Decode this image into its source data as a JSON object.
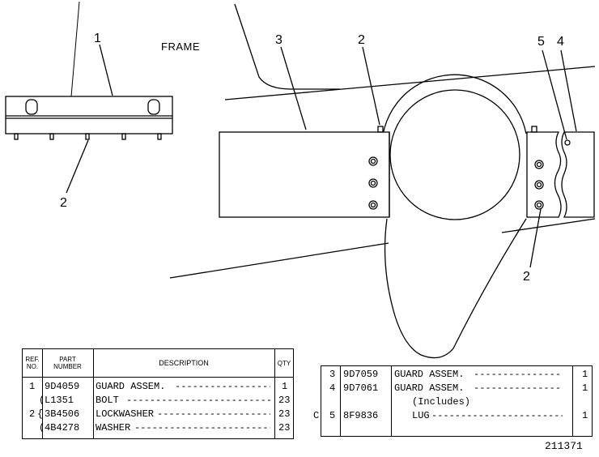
{
  "drawing": {
    "frame_label": "FRAME",
    "callouts": [
      {
        "id": "c1",
        "text": "1"
      },
      {
        "id": "c2a",
        "text": "2"
      },
      {
        "id": "c3",
        "text": "3"
      },
      {
        "id": "c2b",
        "text": "2"
      },
      {
        "id": "c5",
        "text": "5"
      },
      {
        "id": "c4",
        "text": "4"
      },
      {
        "id": "c2c",
        "text": "2"
      }
    ],
    "document_number": "211371"
  },
  "parts_table_left": {
    "headers": {
      "ref_no": "REF.\nNO.",
      "part_number": "PART\nNUMBER",
      "description": "DESCRIPTION",
      "qty": "QTY"
    },
    "rows": [
      {
        "ref": "1",
        "bracket": "",
        "part": "9D4059",
        "desc": "GUARD ASSEM.",
        "qty": "1"
      },
      {
        "ref": "",
        "bracket": "(",
        "part": "L1351",
        "desc": "BOLT",
        "qty": "23"
      },
      {
        "ref": "2",
        "bracket": "{",
        "part": "3B4506",
        "desc": "LOCKWASHER",
        "qty": "23"
      },
      {
        "ref": "",
        "bracket": "(",
        "part": "4B4278",
        "desc": "WASHER",
        "qty": "23"
      }
    ]
  },
  "parts_table_right": {
    "rows": [
      {
        "mark": "",
        "ref": "3",
        "part": "9D7059",
        "desc": "GUARD ASSEM.",
        "qty": "1"
      },
      {
        "mark": "",
        "ref": "4",
        "part": "9D7061",
        "desc": "GUARD ASSEM.",
        "qty": "1"
      },
      {
        "mark": "",
        "ref": "",
        "part": "",
        "desc": "(Includes)",
        "qty": ""
      },
      {
        "mark": "C",
        "ref": "5",
        "part": "8F9836",
        "desc": "LUG",
        "qty": "1"
      }
    ]
  }
}
